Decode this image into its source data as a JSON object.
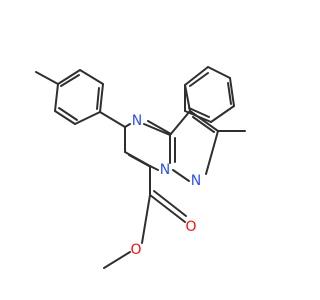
{
  "molecule": {
    "atom_labels": [
      {
        "id": "n4",
        "text": "N",
        "color": "#3050f8"
      },
      {
        "id": "n8",
        "text": "N",
        "color": "#3050f8"
      },
      {
        "id": "n1",
        "text": "N",
        "color": "#3050f8"
      },
      {
        "id": "o-carbonyl",
        "text": "O",
        "color": "#ff0d0d"
      },
      {
        "id": "o-ester",
        "text": "O",
        "color": "#ff0d0d"
      }
    ]
  }
}
